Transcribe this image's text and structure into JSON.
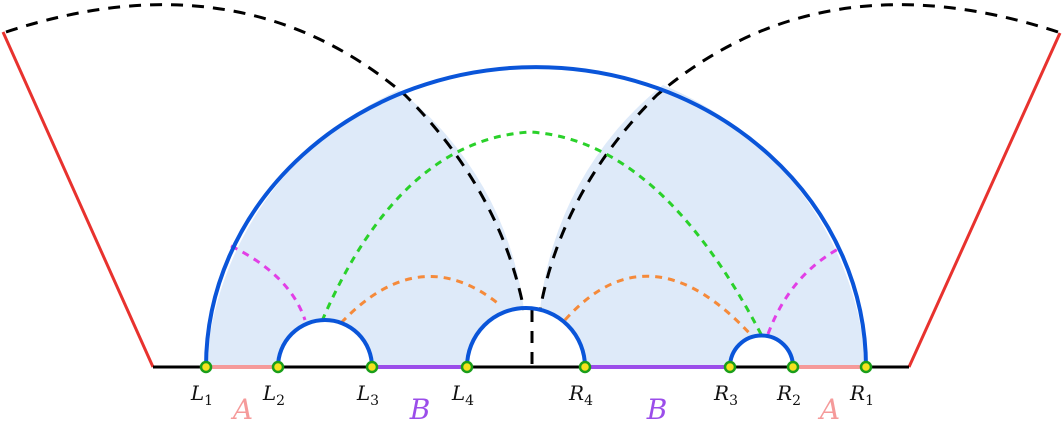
{
  "colors": {
    "background": "#ffffff",
    "boundary_red": "#e8322e",
    "baseline": "#000000",
    "interval_A": "#f59a9a",
    "interval_B": "#9b4dea",
    "blue_arc": "#0a55d9",
    "blue_fill": "#deeaf9",
    "dashed_black": "#000000",
    "dashed_green": "#2ad12a",
    "dashed_orange": "#f58a3a",
    "dashed_magenta": "#e23fe6",
    "point_fill": "#f5e21e",
    "point_stroke": "#1a9e1a"
  },
  "points": [
    {
      "id": "L1",
      "letter": "L",
      "sub": "1"
    },
    {
      "id": "L2",
      "letter": "L",
      "sub": "2"
    },
    {
      "id": "L3",
      "letter": "L",
      "sub": "3"
    },
    {
      "id": "L4",
      "letter": "L",
      "sub": "4"
    },
    {
      "id": "R4",
      "letter": "R",
      "sub": "4"
    },
    {
      "id": "R3",
      "letter": "R",
      "sub": "3"
    },
    {
      "id": "R2",
      "letter": "R",
      "sub": "2"
    },
    {
      "id": "R1",
      "letter": "R",
      "sub": "1"
    }
  ],
  "regions": [
    {
      "id": "A-left",
      "text": "A"
    },
    {
      "id": "B-left",
      "text": "B"
    },
    {
      "id": "B-right",
      "text": "B"
    },
    {
      "id": "A-right",
      "text": "A"
    }
  ]
}
